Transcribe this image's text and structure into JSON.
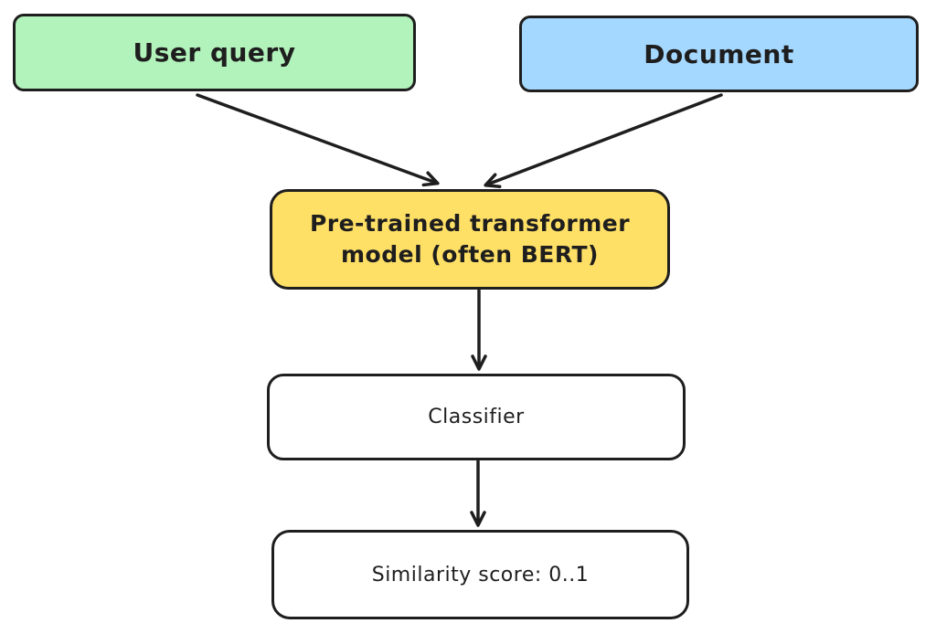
{
  "diagram": {
    "background": "#ffffff",
    "stroke_color": "#1e1e1e",
    "nodes": {
      "user_query": {
        "label": "User query",
        "fill": "#b2f2bb"
      },
      "document": {
        "label": "Document",
        "fill": "#a5d8ff"
      },
      "transformer": {
        "label": "Pre-trained transformer model (often BERT)",
        "fill": "#ffe066"
      },
      "classifier": {
        "label": "Classifier",
        "fill": "#ffffff"
      },
      "similarity_score": {
        "label": "Similarity score: 0..1",
        "fill": "#ffffff"
      }
    },
    "edges": [
      {
        "from": "user_query",
        "to": "transformer"
      },
      {
        "from": "document",
        "to": "transformer"
      },
      {
        "from": "transformer",
        "to": "classifier"
      },
      {
        "from": "classifier",
        "to": "similarity_score"
      }
    ]
  }
}
